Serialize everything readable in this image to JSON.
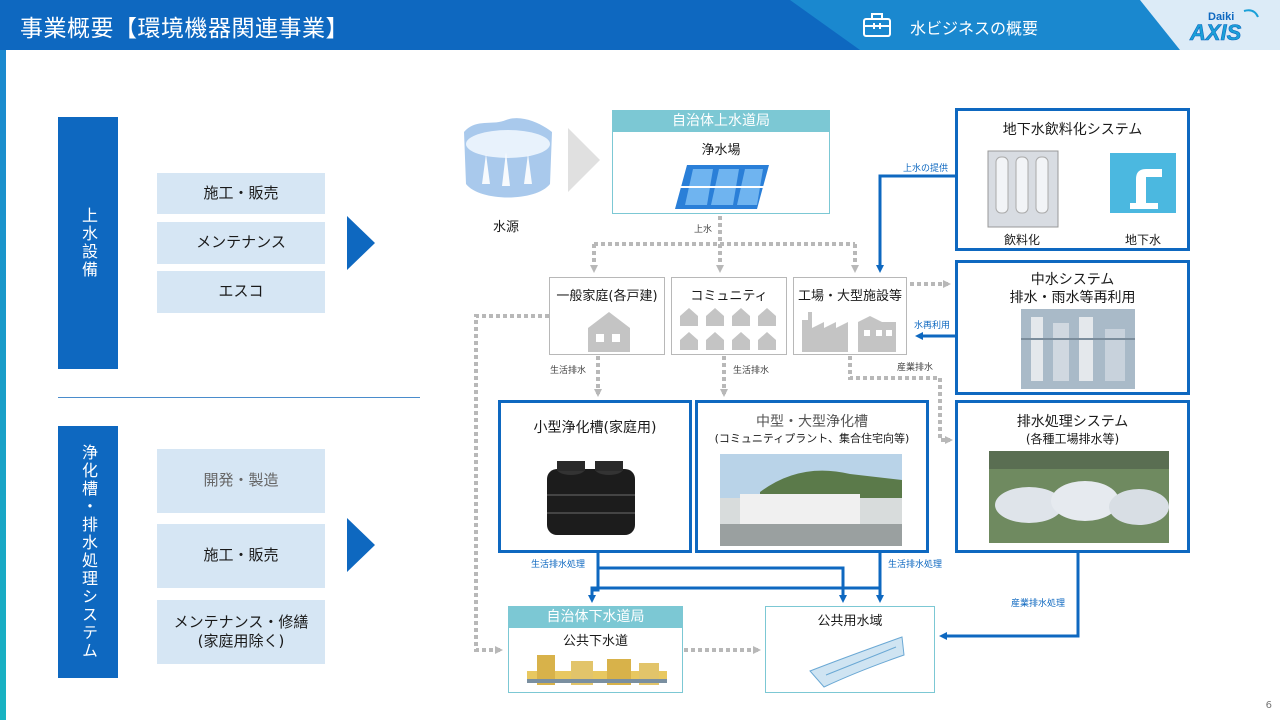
{
  "header": {
    "title": "事業概要【環境機器関連事業】",
    "subtitle": "水ビジネスの概要",
    "logo_small": "Daiki",
    "logo_big": "AXIS"
  },
  "left_panel": {
    "upper_category": "上水設備",
    "upper_items": [
      "施工・販売",
      "メンテナンス",
      "エスコ"
    ],
    "lower_category": "浄化槽・排水処理システム",
    "lower_items": [
      "開発・製造",
      "施工・販売",
      "メンテナンス・修繕",
      "(家庭用除く)"
    ]
  },
  "diagram": {
    "water_source": "水源",
    "waterworks_head": "自治体上水道局",
    "waterworks_label": "浄水場",
    "label_supply": "上水",
    "groundwater_title": "地下水飲料化システム",
    "drinking": "飲料化",
    "groundwater": "地下水",
    "label_supply_provide": "上水の提供",
    "homes": "一般家庭(各戸建)",
    "community": "コミュニティ",
    "factory": "工場・大型施設等",
    "middle_water_title": "中水システム",
    "middle_water_sub": "排水・雨水等再利用",
    "label_reuse": "水再利用",
    "label_household_waste_1": "生活排水",
    "label_household_waste_2": "生活排水",
    "label_industrial_waste": "産業排水",
    "small_tank": "小型浄化槽(家庭用)",
    "mid_tank_title": "中型・大型浄化槽",
    "mid_tank_sub": "(コミュニティプラント、集合住宅向等)",
    "wastewater_title": "排水処理システム",
    "wastewater_sub": "(各種工場排水等)",
    "label_household_treat_1": "生活排水処理",
    "label_household_treat_2": "生活排水処理",
    "label_industrial_treat": "産業排水処理",
    "sewer_head": "自治体下水道局",
    "sewer_label": "公共下水道",
    "public_water": "公共用水域"
  },
  "page_number": "6",
  "colors": {
    "primary": "#0e68c0",
    "teal": "#7cc8d4",
    "light": "#d6e6f4"
  }
}
